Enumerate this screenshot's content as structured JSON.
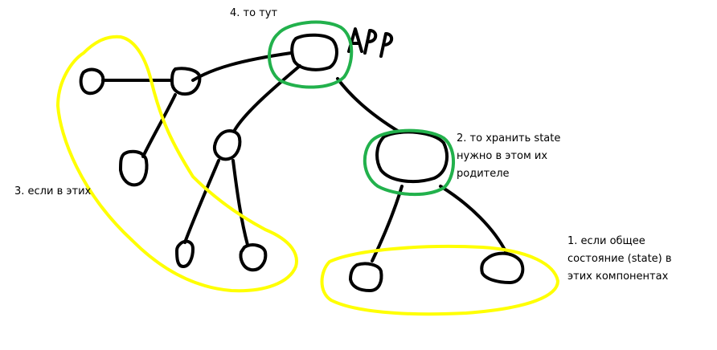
{
  "annotations": {
    "note_4": "4. то тут",
    "note_2_lines": [
      "2. то хранить state",
      "нужно в этом их",
      "родителе"
    ],
    "note_3": "3. если в этих",
    "note_1_lines": [
      "1. если общее",
      "состояние (state) в",
      "этих компонентах"
    ],
    "app_label": "App"
  },
  "colors": {
    "tree": "#000000",
    "green_highlight": "#22b14c",
    "yellow_highlight": "#ffff00"
  }
}
